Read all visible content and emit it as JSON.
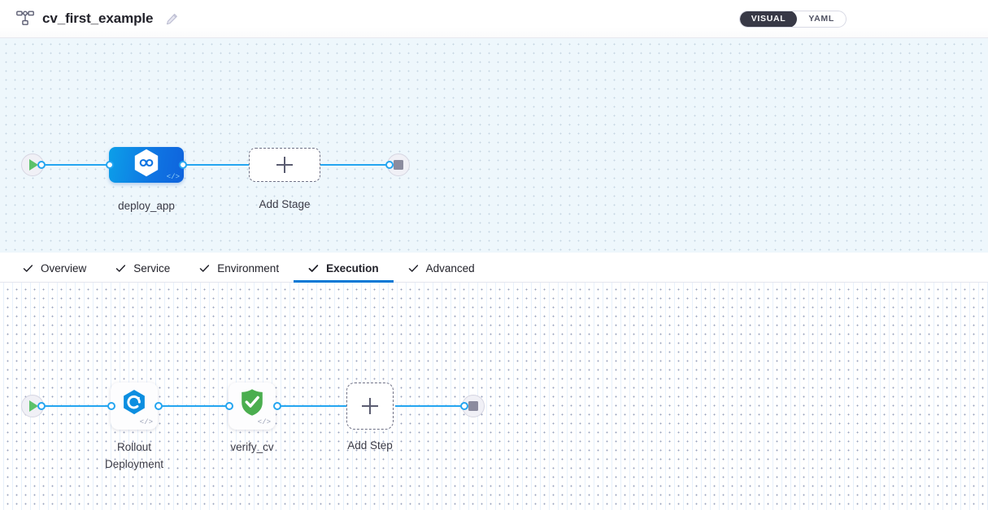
{
  "header": {
    "pipeline_icon": "pipeline-nodes-icon",
    "title": "cv_first_example",
    "edit_icon": "pencil-icon",
    "view_toggle": {
      "options": [
        {
          "label": "VISUAL",
          "active": true
        },
        {
          "label": "YAML",
          "active": false
        }
      ]
    }
  },
  "stage_graph": {
    "start_node": {
      "icon": "play-icon",
      "name": "pipeline-start"
    },
    "end_node": {
      "icon": "stop-icon",
      "name": "pipeline-end"
    },
    "stages": [
      {
        "label": "deploy_app",
        "icon": "deployment-hexagon-icon",
        "selected": true,
        "code_glyph": "</>"
      }
    ],
    "add_stage": {
      "label": "Add Stage",
      "icon": "plus-icon"
    }
  },
  "tabs": [
    {
      "label": "Overview",
      "icon": "check-icon",
      "active": false
    },
    {
      "label": "Service",
      "icon": "check-icon",
      "active": false
    },
    {
      "label": "Environment",
      "icon": "check-icon",
      "active": false
    },
    {
      "label": "Execution",
      "icon": "check-icon",
      "active": true
    },
    {
      "label": "Advanced",
      "icon": "check-icon",
      "active": false
    }
  ],
  "step_graph": {
    "start_node": {
      "icon": "play-icon",
      "name": "execution-start"
    },
    "end_node": {
      "icon": "stop-icon",
      "name": "execution-end"
    },
    "steps": [
      {
        "label": "Rollout\nDeployment",
        "icon": "rollout-deployment-icon",
        "code_glyph": "</>"
      },
      {
        "label": "verify_cv",
        "icon": "green-shield-check-icon",
        "code_glyph": "</>"
      }
    ],
    "add_step": {
      "label": "Add Step",
      "icon": "plus-icon"
    }
  },
  "colors": {
    "accent_blue": "#0278d5",
    "edge_blue": "#24a5f0",
    "toggle_active_bg": "#383946",
    "stage_blue_from": "#0c9fe9",
    "stage_blue_to": "#0f63dd",
    "shield_green": "#4bae4f",
    "play_green": "#5cc26a",
    "stage_canvas_bg": "#eef7fc",
    "step_canvas_bg": "#ffffff"
  }
}
